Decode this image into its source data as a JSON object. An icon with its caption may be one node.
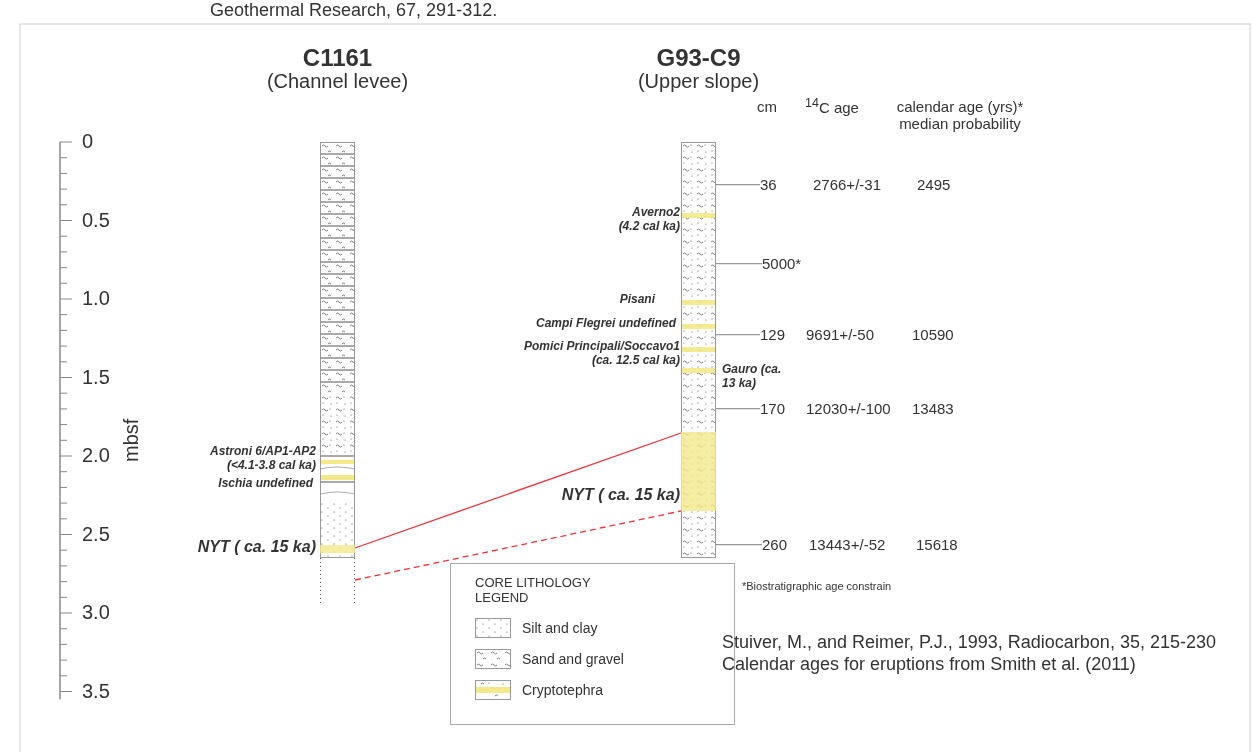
{
  "diagram": {
    "nodes": [
      {
        "text": [
          "C1161",
          "(Channel levee)"
        ]
      },
      {
        "text": [
          "G93-C9",
          "(Upper slope)"
        ]
      },
      {
        "text": [],
        "shape": "bar",
        "in": 0,
        "beside": [
          "NYT ( ca. 15 ka)"
        ]
      },
      {
        "text": [],
        "shape": "bar",
        "in": 1,
        "beside": [
          "NYT ( ca. 15 ka)"
        ]
      },
      {
        "text": [
          "36"
        ]
      },
      {
        "text": [
          "5000*"
        ]
      },
      {
        "text": [
          "129"
        ]
      },
      {
        "text": [
          "170"
        ]
      },
      {
        "text": [
          "260"
        ]
      }
    ],
    "edges": [
      {
        "from": 2,
        "to": 3,
        "arrow": "none",
        "color": "#e8323c"
      },
      {
        "from": 0,
        "to": 3,
        "arrow": "none",
        "style": "dashed",
        "color": "#e8323c"
      },
      {
        "from": 4,
        "to": 1,
        "arrow": "none"
      },
      {
        "from": 5,
        "to": 1,
        "arrow": "none"
      },
      {
        "from": 6,
        "to": 1,
        "arrow": "none"
      },
      {
        "from": 7,
        "to": 1,
        "arrow": "none"
      },
      {
        "from": 8,
        "to": 1,
        "arrow": "none"
      }
    ],
    "labels": [
      "Geothermal Research, 67, 291-312.",
      "0",
      "0.5",
      "1.0",
      "1.5",
      "2.0",
      "2.5",
      "3.0",
      "3.5",
      "mbsf",
      "cm",
      "$^{14}$C age",
      "calendar age (yrs)* median probability",
      "2766+/-31",
      "2495",
      "9691+/-50",
      "10590",
      "12030+/-100",
      "13483",
      "13443+/-52",
      "15618",
      "Astroni 6/AP1-AP2 (<4.1-3.8 cal ka)",
      "Ischia undefined",
      "Averno2 (4.2 cal ka)",
      "Pisani",
      "Campi Flegrei undefined",
      "Pomici Principali/Soccavo1 (ca. 12.5 cal ka)",
      "Gauro (ca. 13 ka)",
      "*Biostratigraphic age constrain",
      "CORE LITHOLOGY LEGEND",
      "Stuiver, M., and Reimer, P.J., 1993, Radiocarbon, 35, 215-230",
      "Calendar ages for eruptions from Smith et al. (2011)"
    ],
    "legend": [
      {
        "text": "Silt and clay"
      },
      {
        "text": "Sand and gravel"
      },
      {
        "text": "Cryptotephra"
      }
    ]
  }
}
